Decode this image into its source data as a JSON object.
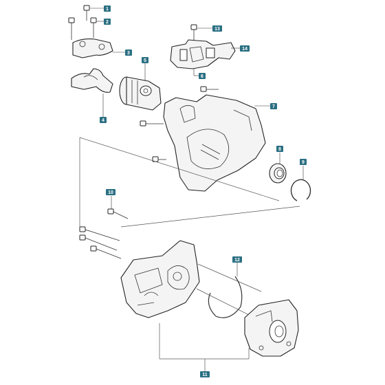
{
  "callouts": [
    "1",
    "2",
    "3",
    "4",
    "5",
    "6",
    "7",
    "8",
    "9",
    "10",
    "11",
    "12",
    "13",
    "14"
  ],
  "colors": {
    "callout_bg": "#2a6f82",
    "callout_text": "#ffffff",
    "line": "#222222"
  }
}
